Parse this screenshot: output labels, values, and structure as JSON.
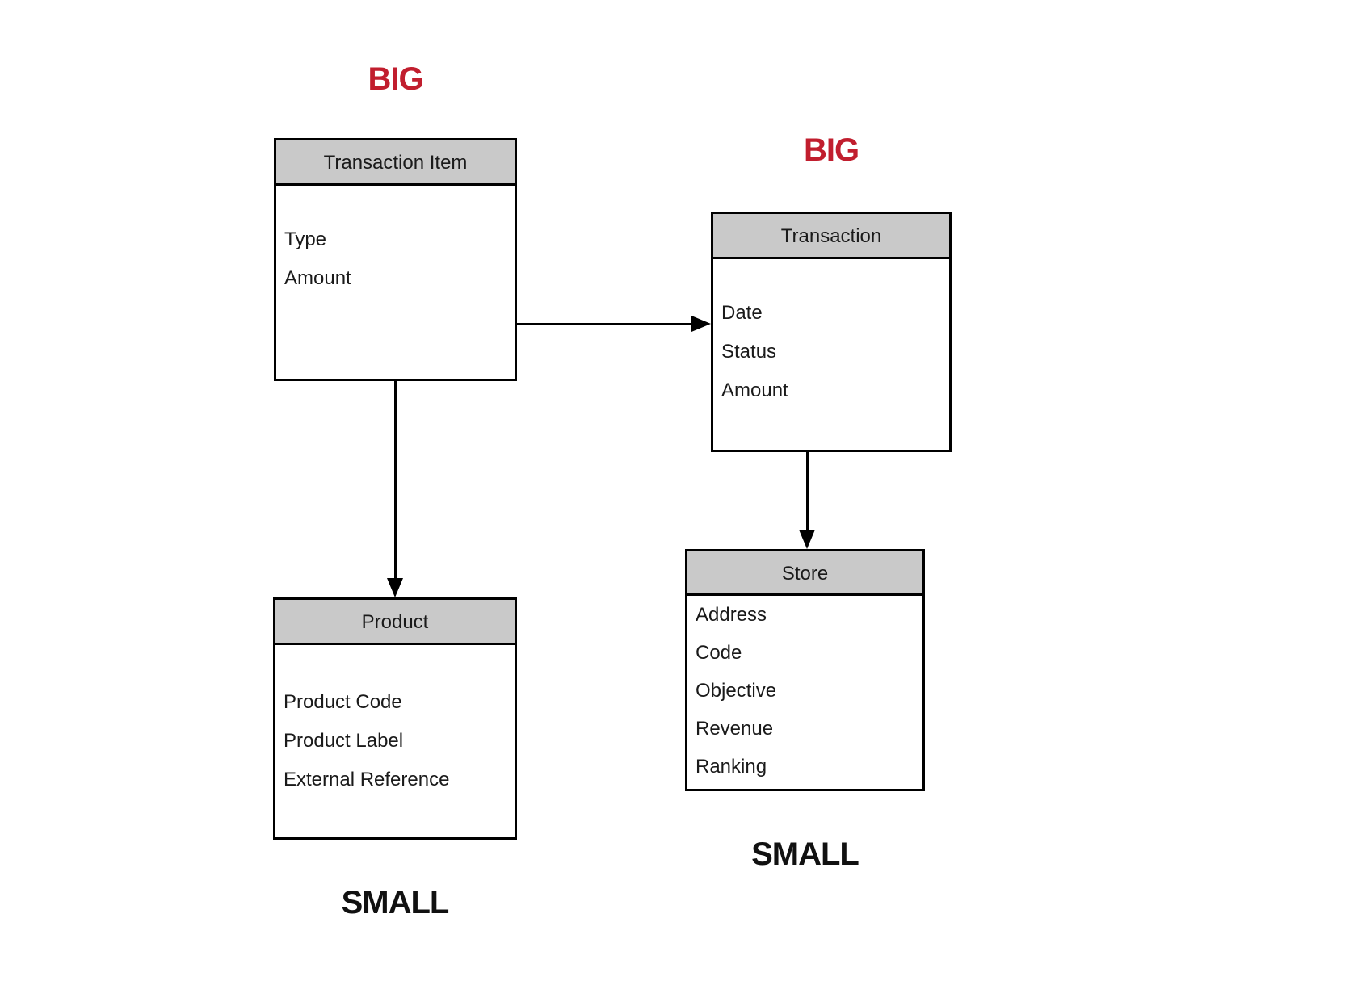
{
  "diagram": {
    "entities": [
      {
        "id": "transaction-item",
        "title": "Transaction Item",
        "fields": [
          "Type",
          "Amount"
        ],
        "size_label": "BIG"
      },
      {
        "id": "transaction",
        "title": "Transaction",
        "fields": [
          "Date",
          "Status",
          "Amount"
        ],
        "size_label": "BIG"
      },
      {
        "id": "product",
        "title": "Product",
        "fields": [
          "Product Code",
          "Product Label",
          "External Reference"
        ],
        "size_label": "SMALL"
      },
      {
        "id": "store",
        "title": "Store",
        "fields": [
          "Address",
          "Code",
          "Objective",
          "Revenue",
          "Ranking"
        ],
        "size_label": "SMALL"
      }
    ],
    "annotations": [
      {
        "id": "big-1",
        "text": "BIG",
        "attached_to": "transaction-item",
        "position": "above"
      },
      {
        "id": "big-2",
        "text": "BIG",
        "attached_to": "transaction",
        "position": "above"
      },
      {
        "id": "small-1",
        "text": "SMALL",
        "attached_to": "product",
        "position": "below"
      },
      {
        "id": "small-2",
        "text": "SMALL",
        "attached_to": "store",
        "position": "below"
      }
    ],
    "relationships": [
      {
        "from": "transaction-item",
        "to": "transaction",
        "direction": "right"
      },
      {
        "from": "transaction-item",
        "to": "product",
        "direction": "down"
      },
      {
        "from": "transaction",
        "to": "store",
        "direction": "down"
      }
    ],
    "colors": {
      "annotation_big": "#c11e2e",
      "annotation_small": "#111111",
      "entity_header_bg": "#c9c9c9",
      "entity_border": "#000000",
      "canvas_bg": "#ffffff"
    }
  }
}
